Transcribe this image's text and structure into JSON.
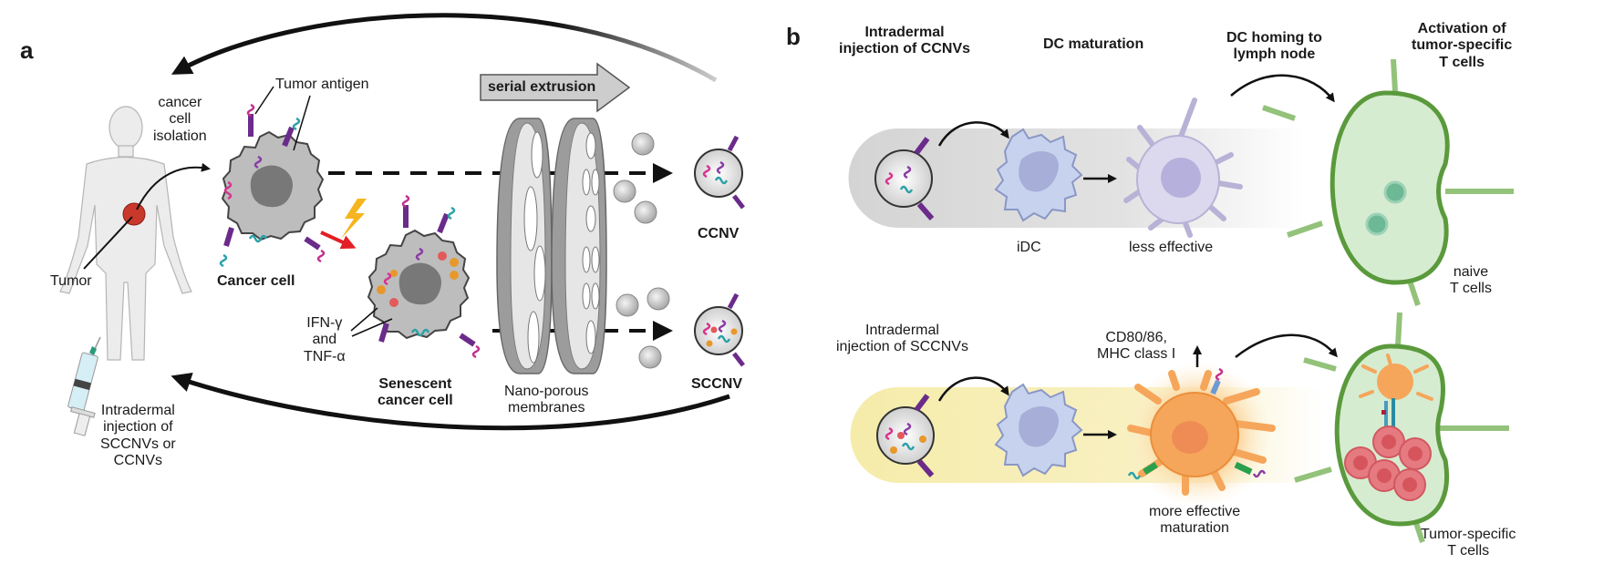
{
  "panel_a": {
    "letter": "a",
    "labels": {
      "cancer_cell_isolation": [
        "cancer",
        "cell",
        "isolation"
      ],
      "tumor_antigen": "Tumor antigen",
      "tumor": "Tumor",
      "cancer_cell": "Cancer cell",
      "ifn_tnf": [
        "IFN-γ",
        "and",
        "TNF-α"
      ],
      "senescent_cancer_cell": [
        "Senescent",
        "cancer cell"
      ],
      "serial_extrusion": "serial extrusion",
      "nano_porous_membranes": [
        "Nano-porous",
        "membranes"
      ],
      "ccnv": "CCNV",
      "sccnv": "SCCNV",
      "injection": [
        "Intradermal",
        "injection of",
        "SCCNVs or",
        "CCNVs"
      ]
    },
    "icons": [
      "human-body",
      "tumor",
      "syringe",
      "cancer-cell",
      "lightning-bolt",
      "senescent-cancer-cell",
      "nanoporous-membrane",
      "vesicle",
      "ccnv-vesicle",
      "sccnv-vesicle"
    ]
  },
  "panel_b": {
    "letter": "b",
    "headers": {
      "injection_ccnv": [
        "Intradermal",
        "injection of CCNVs"
      ],
      "dc_maturation": "DC maturation",
      "dc_homing": [
        "DC homing to",
        "lymph node"
      ],
      "activation": [
        "Activation of",
        "tumor-specific",
        "T cells"
      ]
    },
    "top_row": {
      "idc": "iDC",
      "less_effective": "less effective",
      "naive_t_cells": [
        "naive",
        "T cells"
      ]
    },
    "bottom_row": {
      "injection_sccnv": [
        "Intradermal",
        "injection of SCCNVs"
      ],
      "cd80": [
        "CD80/86,",
        "MHC class I"
      ],
      "up_arrow": "↑",
      "more_effective": [
        "more effective",
        "maturation"
      ],
      "tumor_specific_t_cells": [
        "Tumor-specific",
        "T cells"
      ]
    },
    "colors": {
      "top_band": "#d9d9d9",
      "bottom_band": "#f7eeb0",
      "idc": "#c7d3ee",
      "mature_dc": "#f5a65b",
      "lymph_node": "#d6ecd0",
      "lymph_node_border": "#5a9a3c",
      "t_cell": "#e57a80"
    }
  }
}
